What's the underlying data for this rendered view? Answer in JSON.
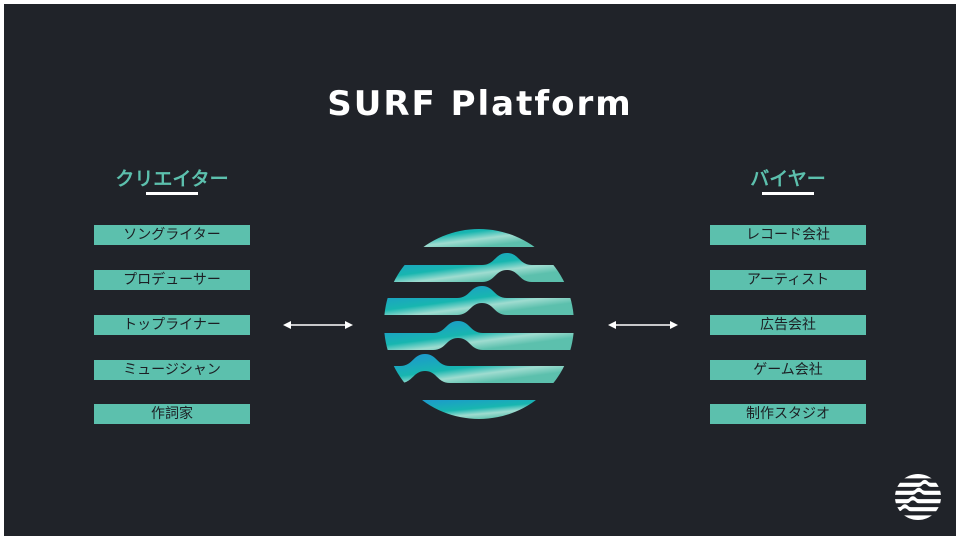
{
  "title": "SURF Platform",
  "creators": {
    "heading": "クリエイター",
    "items": [
      "ソングライター",
      "プロデューサー",
      "トップライナー",
      "ミュージシャン",
      "作詞家"
    ]
  },
  "buyers": {
    "heading": "バイヤー",
    "items": [
      "レコード会社",
      "アーティスト",
      "広告会社",
      "ゲーム会社",
      "制作スタジオ"
    ]
  },
  "colors": {
    "background": "#202329",
    "accent": "#5cc0ad",
    "gradient_blue": "#1e8fd6"
  }
}
